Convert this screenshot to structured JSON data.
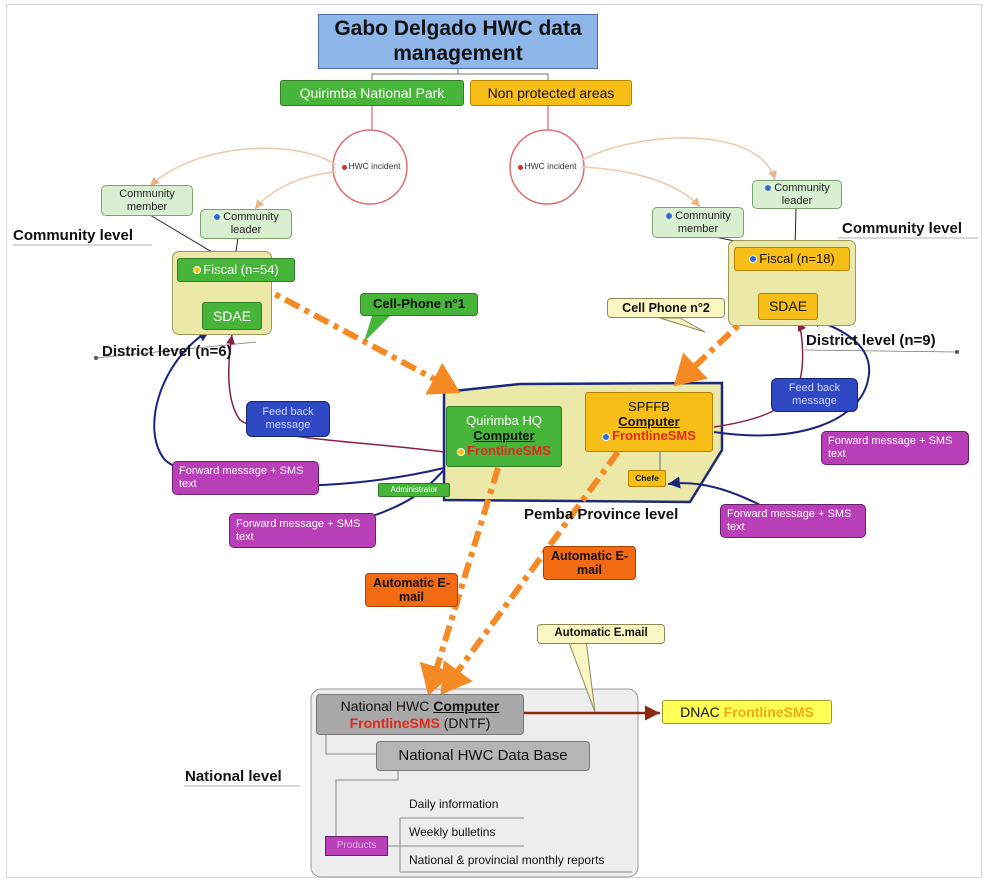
{
  "title": "Gabo Delgado HWC data management",
  "areas": {
    "park": "Quirimba National Park",
    "non_protected": "Non protected areas"
  },
  "incident": "HWC incident",
  "community_member": "Community member",
  "community_leader": "Community leader",
  "levels": {
    "community": "Community level",
    "district_left": "District level (n=6)",
    "district_right": "District level (n=9)",
    "province": "Pemba Province level",
    "national": "National level"
  },
  "fiscal_left": "Fiscal (n=54)",
  "fiscal_right": "Fiscal (n=18)",
  "sdae": "SDAE",
  "cell_phone_1": "Cell-Phone n°1",
  "cell_phone_2": "Cell Phone n°2",
  "quirimba_hq": {
    "name": "Quirimba HQ",
    "computer": "Computer",
    "frontline": "FrontlineSMS"
  },
  "spffb": {
    "name": "SPFFB",
    "computer": "Computer",
    "frontline": "FrontlineSMS"
  },
  "administrator": "Administrator",
  "chefe": "Chefe",
  "feedback": "Feed back message",
  "forward": "Forward message + SMS text",
  "auto_email": "Automatic E-mail",
  "auto_email_callout": "Automatic E.mail",
  "national_computer": {
    "prefix": "National HWC",
    "computer": "Computer",
    "frontline": "FrontlineSMS",
    "suffix": "(DNTF)"
  },
  "dnac": {
    "prefix": "DNAC",
    "frontline": "FrontlineSMS"
  },
  "database": "National HWC Data Base",
  "products": "Products",
  "outputs": [
    "Daily information",
    "Weekly bulletins",
    "National & provincial monthly reports"
  ],
  "colors": {
    "title_fill": "#8eb6e8",
    "green": "#47b43a",
    "gold": "#f6be17",
    "fiscal_right_fill": "#f6be17",
    "province_fill": "#ece9a8",
    "province_border": "#1c2a7a",
    "arrow_orange": "#f58a24",
    "purple": "#b83fb8",
    "blue": "#2f49c4",
    "frontline_red": "#e02a1a",
    "navy_link": "#1a237e",
    "maroon_link": "#8a2040",
    "incident_circle": "#e07070"
  }
}
